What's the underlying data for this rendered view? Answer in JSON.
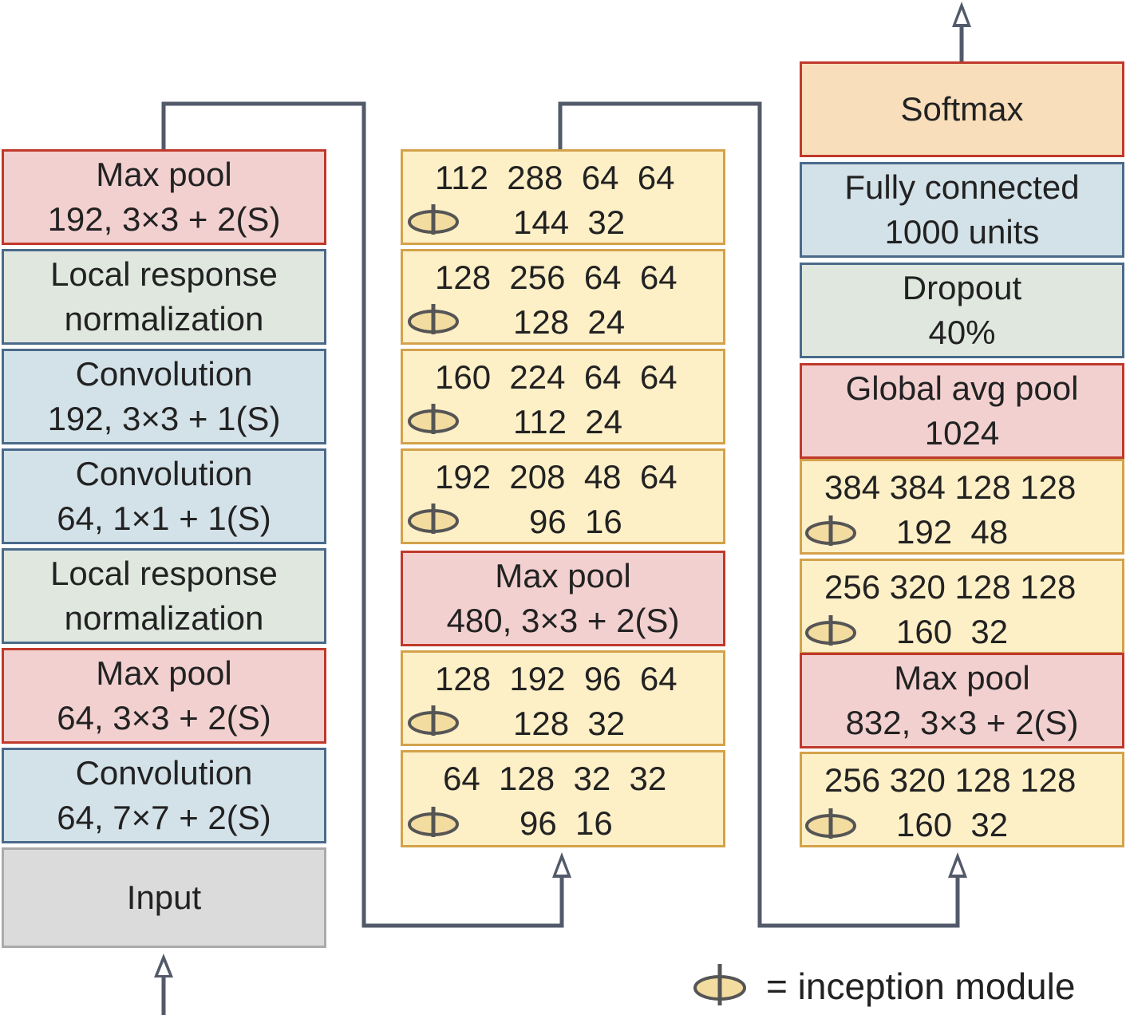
{
  "column1": [
    {
      "line1": "Max pool",
      "line2": "192, 3×3 + 2(S)"
    },
    {
      "line1": "Local response",
      "line2": "normalization"
    },
    {
      "line1": "Convolution",
      "line2": "192, 3×3 + 1(S)"
    },
    {
      "line1": "Convolution",
      "line2": "64, 1×1 + 1(S)"
    },
    {
      "line1": "Local response",
      "line2": "normalization"
    },
    {
      "line1": "Max pool",
      "line2": "64, 3×3 + 2(S)"
    },
    {
      "line1": "Convolution",
      "line2": "64, 7×7 + 2(S)"
    },
    {
      "line1": "Input"
    }
  ],
  "column2": [
    {
      "row1": "112  288  64  64",
      "row2": "144  32"
    },
    {
      "row1": "128  256  64  64",
      "row2": "128  24"
    },
    {
      "row1": "160  224  64  64",
      "row2": "112  24"
    },
    {
      "row1": "192  208  48  64",
      "row2": "96  16"
    },
    {
      "line1": "Max pool",
      "line2": "480, 3×3 + 2(S)"
    },
    {
      "row1": "128  192  96  64",
      "row2": "128  32"
    },
    {
      "row1": "64  128  32  32",
      "row2": "96  16"
    }
  ],
  "column3": [
    {
      "line1": "Softmax"
    },
    {
      "line1": "Fully connected",
      "line2": "1000 units"
    },
    {
      "line1": "Dropout",
      "line2": "40%"
    },
    {
      "line1": "Global avg pool",
      "line2": "1024"
    },
    {
      "row1": "384 384 128 128",
      "row2": "192  48"
    },
    {
      "row1": "256 320 128 128",
      "row2": "160  32"
    },
    {
      "line1": "Max pool",
      "line2": "832, 3×3 + 2(S)"
    },
    {
      "row1": "256 320 128 128",
      "row2": "160  32"
    }
  ],
  "legend": {
    "text": "= inception module",
    "icon": "inception-module-icon"
  },
  "colors": {
    "max_pool": "#f3d0d0",
    "local_response_normalization": "#dfe7df",
    "convolution": "#d3e1e8",
    "inception": "#fdefc6",
    "softmax": "#f8deba",
    "input": "#dcdbdc",
    "connector": "#525a6a"
  }
}
